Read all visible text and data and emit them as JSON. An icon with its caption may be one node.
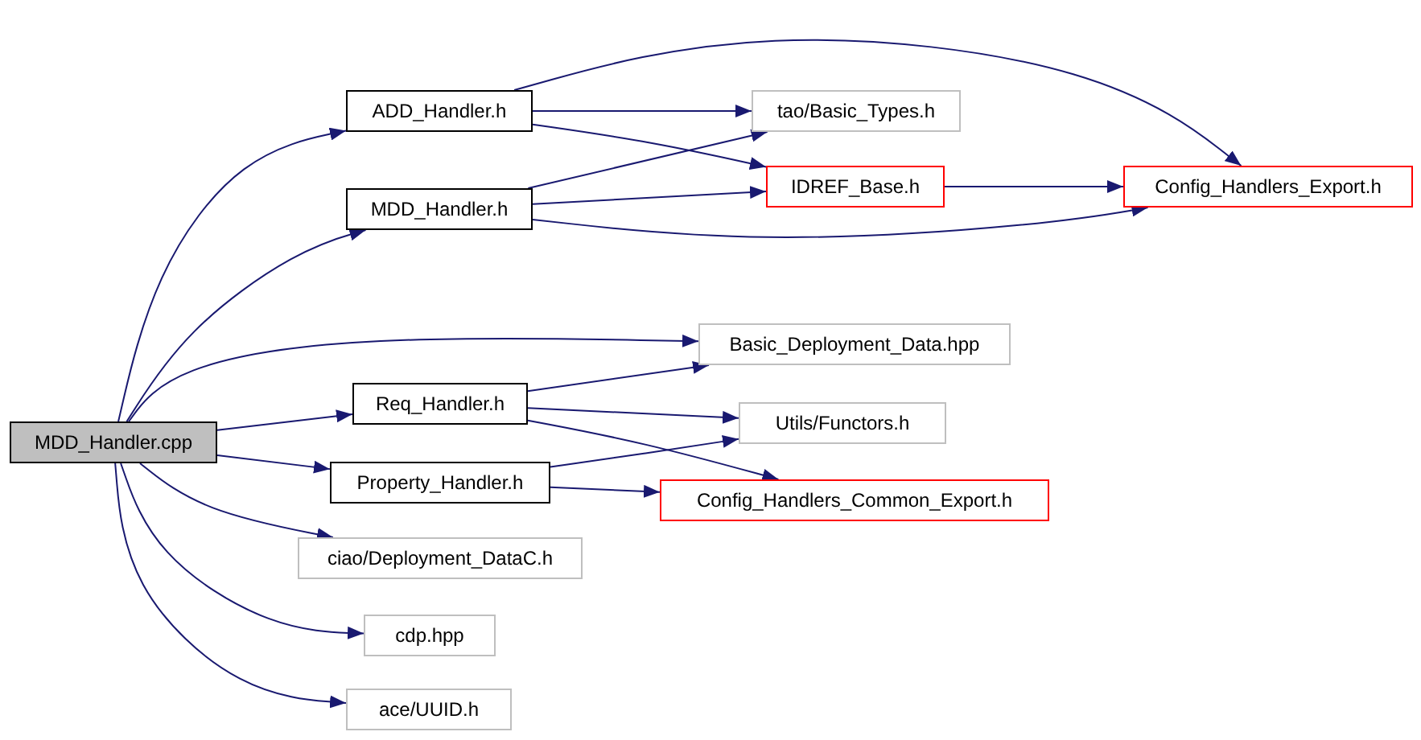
{
  "diagram": {
    "nodes": [
      {
        "text": [
          "MDD_Handler.cpp"
        ]
      },
      {
        "text": [
          "ADD_Handler.h"
        ]
      },
      {
        "text": [
          "MDD_Handler.h"
        ]
      },
      {
        "text": [
          "tao/Basic_Types.h"
        ]
      },
      {
        "text": [
          "IDREF_Base.h"
        ]
      },
      {
        "text": [
          "Config_Handlers_Export.h"
        ]
      },
      {
        "text": [
          "Basic_Deployment_Data.hpp"
        ]
      },
      {
        "text": [
          "Req_Handler.h"
        ]
      },
      {
        "text": [
          "Utils/Functors.h"
        ]
      },
      {
        "text": [
          "Property_Handler.h"
        ]
      },
      {
        "text": [
          "Config_Handlers_Common_Export.h"
        ]
      },
      {
        "text": [
          "ciao/Deployment_DataC.h"
        ]
      },
      {
        "text": [
          "cdp.hpp"
        ]
      },
      {
        "text": [
          "ace/UUID.h"
        ]
      }
    ],
    "edges": [
      {
        "from": 0,
        "to": 1,
        "arrow": "to"
      },
      {
        "from": 0,
        "to": 2,
        "arrow": "to"
      },
      {
        "from": 0,
        "to": 6,
        "arrow": "to"
      },
      {
        "from": 0,
        "to": 7,
        "arrow": "to"
      },
      {
        "from": 0,
        "to": 9,
        "arrow": "to"
      },
      {
        "from": 0,
        "to": 11,
        "arrow": "to"
      },
      {
        "from": 0,
        "to": 12,
        "arrow": "to"
      },
      {
        "from": 0,
        "to": 13,
        "arrow": "to"
      },
      {
        "from": 1,
        "to": 3,
        "arrow": "to"
      },
      {
        "from": 1,
        "to": 4,
        "arrow": "to"
      },
      {
        "from": 1,
        "to": 5,
        "arrow": "to"
      },
      {
        "from": 2,
        "to": 3,
        "arrow": "to"
      },
      {
        "from": 2,
        "to": 4,
        "arrow": "to"
      },
      {
        "from": 2,
        "to": 5,
        "arrow": "to"
      },
      {
        "from": 4,
        "to": 5,
        "arrow": "to"
      },
      {
        "from": 7,
        "to": 6,
        "arrow": "to"
      },
      {
        "from": 7,
        "to": 8,
        "arrow": "to"
      },
      {
        "from": 7,
        "to": 10,
        "arrow": "to"
      },
      {
        "from": 9,
        "to": 8,
        "arrow": "to"
      },
      {
        "from": 9,
        "to": 10,
        "arrow": "to"
      }
    ]
  }
}
